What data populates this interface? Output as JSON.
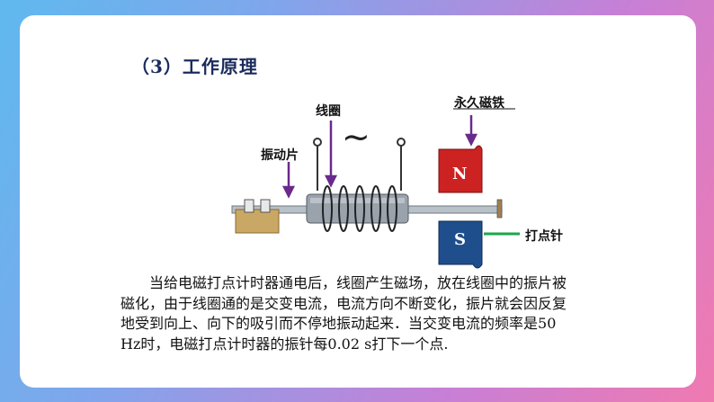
{
  "heading": "（3）工作原理",
  "labels": {
    "coil": "线圈",
    "permanent_magnet": "永久磁铁",
    "vibrating_piece": "振动片",
    "needle": "打点针",
    "pole_north": "N",
    "pole_south": "S",
    "ac_symbol": "~"
  },
  "paragraph": [
    "当给电磁打点计时器通电后，线圈产生磁场，放在线",
    "圈中的振片被磁化，由于线圈通的是交变电流，电流方向",
    "不断变化，振片就会因反复地受到向上、向下的吸引而不",
    "停地振动起来．当交变电流的频率是50 Hz时，电磁打点计",
    "时器的振针每0.02 s打下一个点."
  ],
  "colors": {
    "arrow": "#6a2a8c",
    "north_pole": "#cc2222",
    "south_pole": "#1f4e8c",
    "needle_line": "#1aa64a",
    "wood": "#c9a765",
    "rod": "#b8c0c8",
    "heading": "#1a2a5c"
  }
}
